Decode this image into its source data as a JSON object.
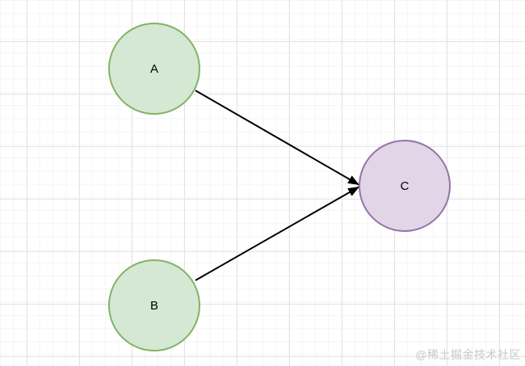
{
  "diagram": {
    "nodes": [
      {
        "id": "A",
        "label": "A",
        "shape": "circle",
        "fill": "#d5e8d4",
        "stroke": "#82b366"
      },
      {
        "id": "B",
        "label": "B",
        "shape": "circle",
        "fill": "#d5e8d4",
        "stroke": "#82b366"
      },
      {
        "id": "C",
        "label": "C",
        "shape": "circle",
        "fill": "#e1d5e7",
        "stroke": "#9673a6"
      }
    ],
    "edges": [
      {
        "from": "A",
        "to": "C",
        "color": "#000000",
        "arrow": "filled-triangle"
      },
      {
        "from": "B",
        "to": "C",
        "color": "#000000",
        "arrow": "filled-triangle"
      }
    ],
    "grid": {
      "minor_color": "#f5f5f5",
      "major_color": "#e3e3e3"
    }
  },
  "watermark": {
    "text": "@稀土掘金技术社区",
    "color": "#c9c9c9"
  }
}
